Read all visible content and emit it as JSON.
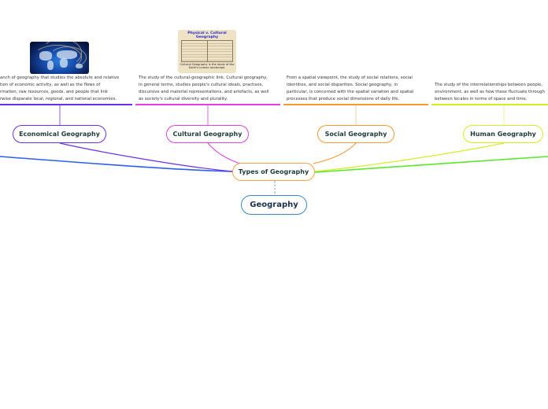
{
  "diagram": {
    "root": {
      "label": "Geography",
      "color": "#3a87c8"
    },
    "main_topic": {
      "label": "Types of Geography",
      "color": "#f5a445"
    },
    "branches": [
      {
        "label": "Economical Geography",
        "color": "#6a2ee8",
        "image": "world-map-network",
        "note": [
          "anch of geography that studies the absolute and relative",
          "tion of economic activity, as well as the flows of",
          "rmation, raw resources, goods, and people that link",
          "rwise disparate local, regional, and national economies."
        ]
      },
      {
        "label": "Cultural Geography",
        "color": "#e040e0",
        "image": "physical-vs-cultural-geography-table",
        "image_title": [
          "Physical v. Cultural",
          "Geography"
        ],
        "image_caption": [
          "Cultural Geography is the study of the",
          "Earth's human landscape."
        ],
        "note": [
          "The study of the cultural-geographic link. Cultural geography,",
          "in general terms, studies people's cultural ideals, practises,",
          "discursive and material representations, and artefacts, as well",
          "as society's cultural diversity and plurality."
        ]
      },
      {
        "label": "Social Geography",
        "color": "#f59a30",
        "note": [
          "From a spatial viewpoint, the study of social relations, social",
          "identities, and social disparities. Social geography, in",
          "particular, is concerned with the spatial variation and spatial",
          "processes that produce social dimensions of daily life."
        ]
      },
      {
        "label": "Human Geography",
        "color": "#d4ee20",
        "note": [
          "The study of the interrelationships between people,",
          "environment, as well as how these fluctuate through",
          "between locales in terms of space and time."
        ]
      }
    ],
    "offscreen_branches": [
      {
        "color": "#2e5ee8",
        "direction": "left"
      },
      {
        "color": "#58e828",
        "direction": "right"
      }
    ]
  }
}
